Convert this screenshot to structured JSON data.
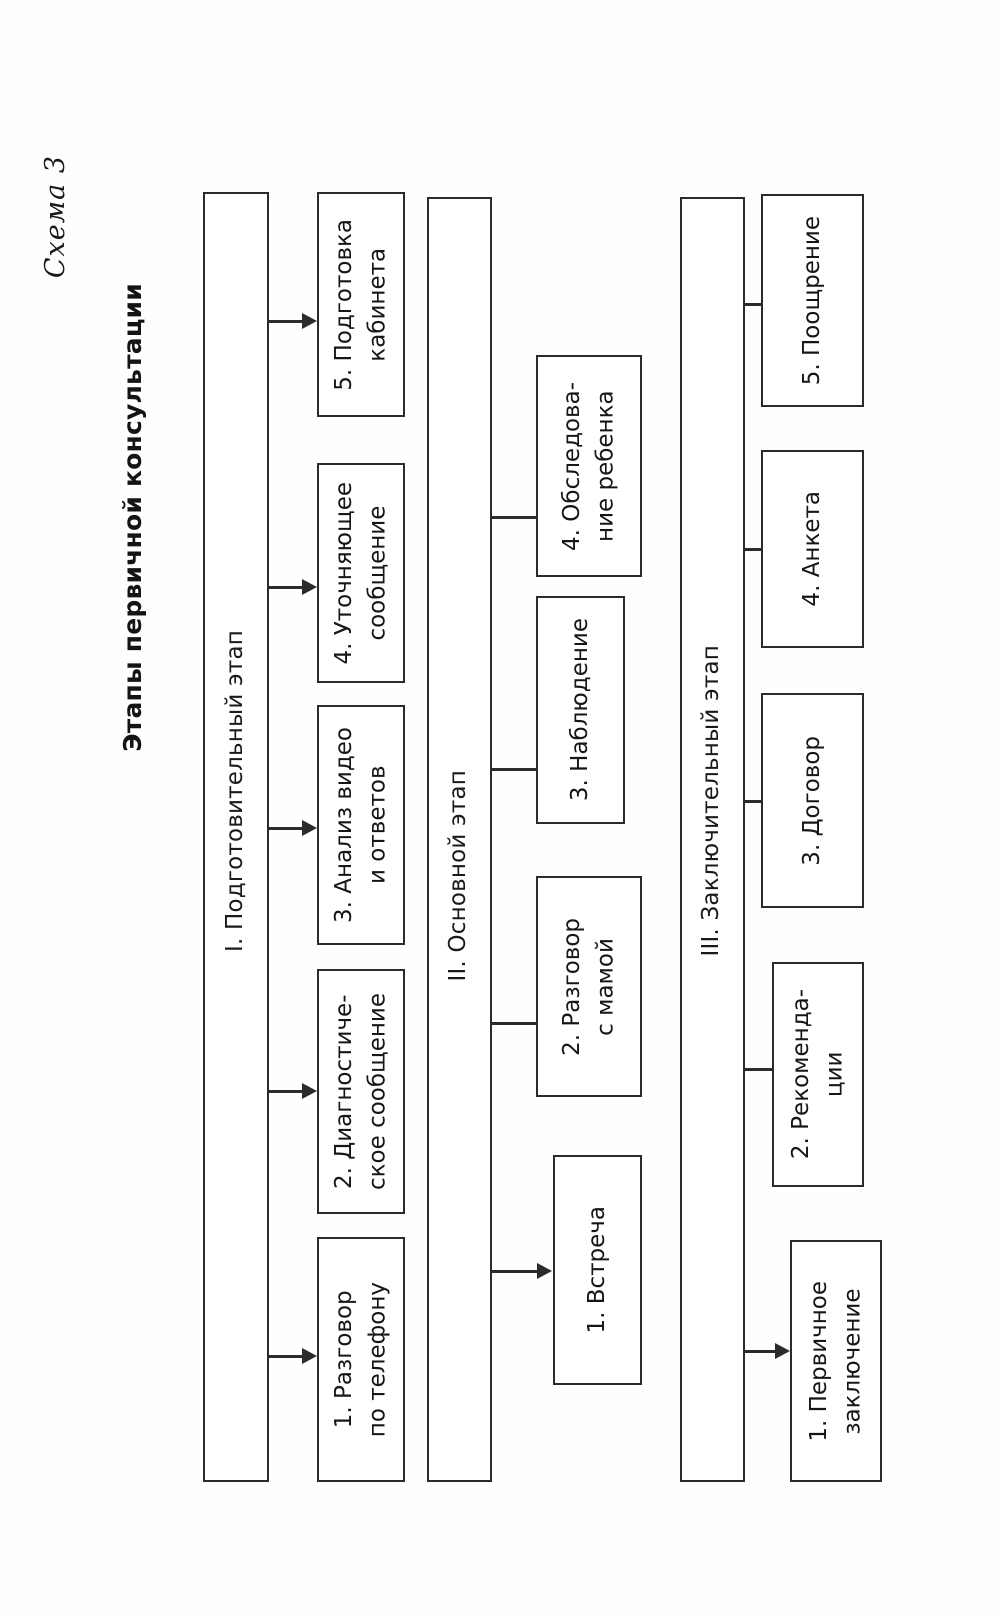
{
  "figure": {
    "scheme_label": "Схема 3",
    "title": "Этапы первичной консультации"
  },
  "phases": [
    {
      "id": "phase-1",
      "label": "I. Подготовительный этап",
      "steps": [
        {
          "n": "1.",
          "line1": "1. Разговор",
          "line2": "по телефону"
        },
        {
          "n": "2.",
          "line1": "2. Диагностиче-",
          "line2": "ское сообщение"
        },
        {
          "n": "3.",
          "line1": "3. Анализ видео",
          "line2": "и ответов"
        },
        {
          "n": "4.",
          "line1": "4. Уточняющее",
          "line2": "сообщение"
        },
        {
          "n": "5.",
          "line1": "5. Подготовка",
          "line2": "кабинета"
        }
      ]
    },
    {
      "id": "phase-2",
      "label": "II. Основной этап",
      "steps": [
        {
          "n": "1.",
          "line1": "1. Встреча",
          "line2": ""
        },
        {
          "n": "2.",
          "line1": "2. Разговор",
          "line2": "с мамой"
        },
        {
          "n": "3.",
          "line1": "3. Наблюдение",
          "line2": ""
        },
        {
          "n": "4.",
          "line1": "4. Обследова-",
          "line2": "ние ребенка"
        }
      ]
    },
    {
      "id": "phase-3",
      "label": "III. Заключительный этап",
      "steps": [
        {
          "n": "1.",
          "line1": "1. Первичное",
          "line2": "заключение"
        },
        {
          "n": "2.",
          "line1": "2. Рекоменда-",
          "line2": "ции"
        },
        {
          "n": "3.",
          "line1": "3. Договор",
          "line2": ""
        },
        {
          "n": "4.",
          "line1": "4. Анкета",
          "line2": ""
        },
        {
          "n": "5.",
          "line1": "5. Поощрение",
          "line2": ""
        }
      ]
    }
  ],
  "colors": {
    "stroke": "#2b2b2b",
    "background": "#fefefe",
    "text": "#161616"
  }
}
